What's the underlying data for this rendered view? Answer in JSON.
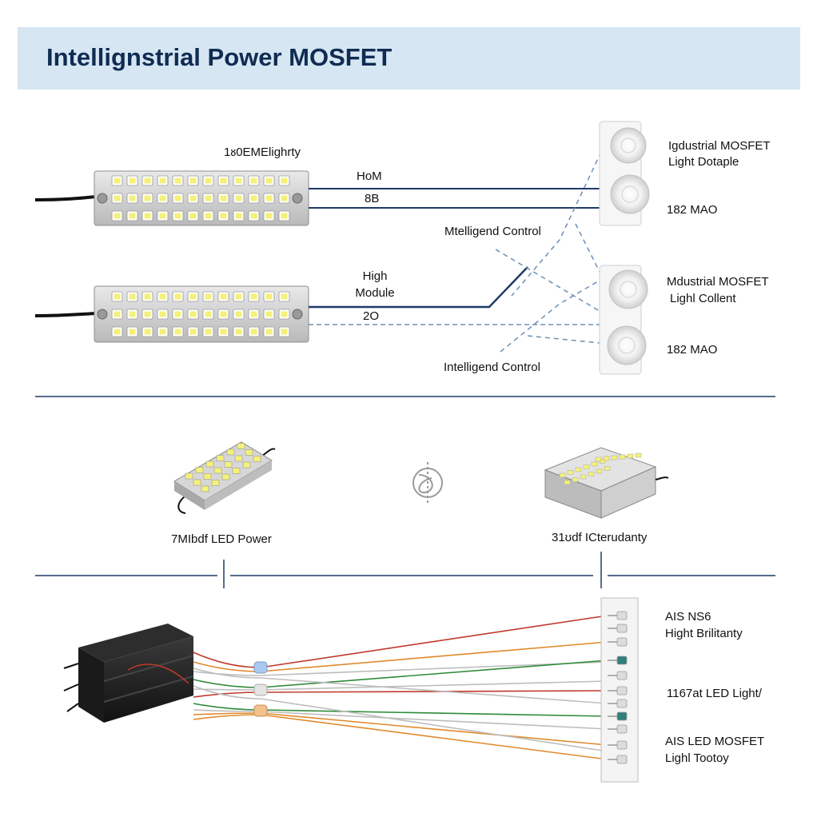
{
  "title": "Intellignstrial Power MOSFET",
  "top": {
    "strip1_label": "1ᴕ0EMElighrty",
    "line_label_a": "HoM",
    "line_label_b": "8B",
    "control_label_1": "Mtelligend Control",
    "strip2_label_line1": "High",
    "strip2_label_line2": "Module",
    "line_label_c": "2O",
    "control_label_2": "Intelligend Control",
    "right_1_line1": "Igdustrial MOSFET",
    "right_1_line2": "Light Dotaple",
    "right_2": "182 MAO",
    "right_3_line1": "Mdustrial MOSFET",
    "right_3_line2": "Lighl Collent",
    "right_4": "182 MAO"
  },
  "middle": {
    "left_label": "7MIbdf LED Power",
    "right_label": "31ʊdf ICterudanty"
  },
  "bottom": {
    "label_1_line1": "AIS NS6",
    "label_1_line2": "Hight Brilitanty",
    "label_2": "1167at LED Light/",
    "label_3_line1": "AIS LED MOSFET",
    "label_3_line2": "Lighl Tootoy"
  },
  "colors": {
    "banner_bg": "#d6e6f3",
    "title": "#0f2c52",
    "line_blue": "#1f3a68",
    "dashed_blue": "#6d8fb3",
    "wire_red": "#c0392b",
    "wire_orange": "#e08a2c",
    "wire_green": "#2e8b3a",
    "wire_gray": "#bdbdbd",
    "led_yellow": "#f4f07a"
  }
}
